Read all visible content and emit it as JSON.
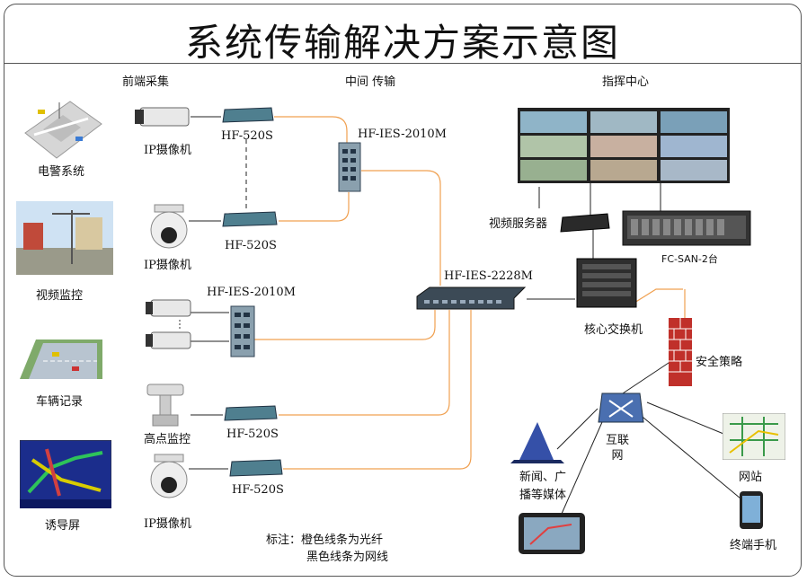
{
  "title": "系统传输解决方案示意图",
  "sections": {
    "front": "前端采集",
    "middle": "中间 传输",
    "center": "指挥中心"
  },
  "left_systems": [
    "电警系统",
    "视频监控",
    "车辆记录",
    "诱导屏"
  ],
  "front_devices": {
    "cam1": "IP摄像机",
    "cam2": "IP摄像机",
    "highpoint": "高点监控",
    "cam3": "IP摄像机"
  },
  "transceivers": [
    "HF-520S",
    "HF-520S",
    "HF-520S",
    "HF-520S"
  ],
  "switches": {
    "top": "HF-IES-2010M",
    "mid": "HF-IES-2010M",
    "aggregation": "HF-IES-2228M"
  },
  "center": {
    "video_server": "视频服务器",
    "storage": "FC-SAN-2台",
    "core_switch": "核心交换机",
    "security": "安全策略",
    "internet": "互联\n网",
    "media": "新闻、广\n播等媒体",
    "website": "网站",
    "mobile": "终端手机"
  },
  "legend": {
    "prefix": "标注：",
    "orange": "橙色线条为光纤",
    "black": "黑色线条为网线"
  },
  "colors": {
    "fiber": "#f0a050",
    "cable": "#222222"
  }
}
